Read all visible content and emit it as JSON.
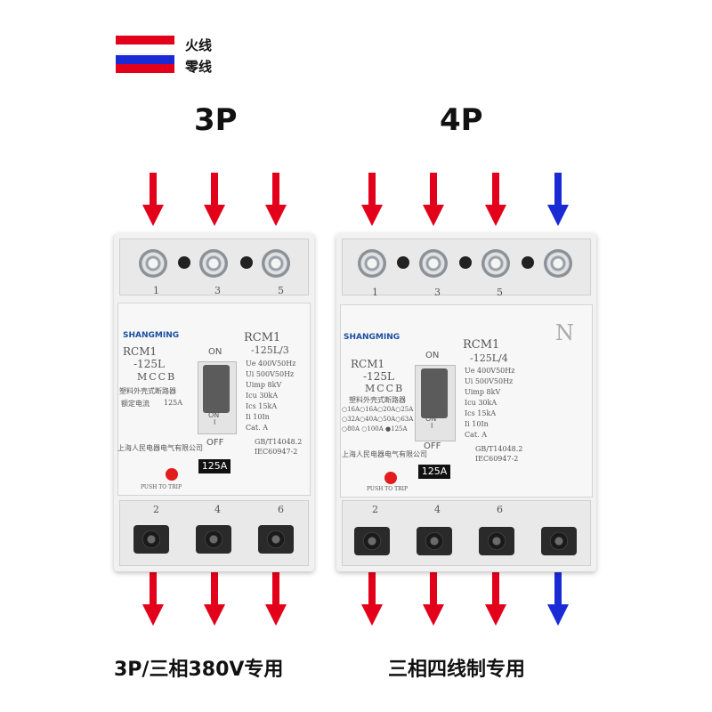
{
  "legend": {
    "live": {
      "label": "火线",
      "colors": [
        "#e3001b",
        "#ffffff"
      ]
    },
    "neutral": {
      "label": "零线",
      "colors": [
        "#1a2bd6",
        "#e3001b"
      ]
    }
  },
  "titles": {
    "left": "3P",
    "right": "4P"
  },
  "arrow_colors": {
    "live": "#e3001b",
    "neutral": "#1a2bd6"
  },
  "breaker_3p": {
    "brand": "SHANGMING",
    "model_left": "RCM1",
    "model_left_sub": "-125L",
    "type": "MCCB",
    "cn_name": "塑料外壳式断路器",
    "rated_label": "额定电流",
    "rated_value": "125A",
    "model_right": "RCM1",
    "model_right_sub": "-125L/3",
    "specs": [
      "Ue  400V50Hz",
      "Ui  500V50Hz",
      "Uimp 8kV",
      "Icu  30kA",
      "Ics  15kA",
      "Ii   10In",
      "Cat.  A"
    ],
    "standards": [
      "GB/T14048.2",
      "IEC60947-2"
    ],
    "maker": "上海人民电器电气有限公司",
    "on": "ON",
    "off": "OFF",
    "handle_on": "ON",
    "handle_i": "I",
    "rating_tag": "125A",
    "push": "PUSH TO TRIP",
    "top_numbers": [
      "1",
      "3",
      "5"
    ],
    "bottom_numbers": [
      "2",
      "4",
      "6"
    ]
  },
  "breaker_4p": {
    "brand": "SHANGMING",
    "model_left": "RCM1",
    "model_left_sub": "-125L",
    "type": "MCCB",
    "cn_name": "塑料外壳式断路器",
    "currents": [
      "○16A○16A○20A○25A",
      "○32A○40A○50A○63A",
      "○80A ○100A ●125A"
    ],
    "model_right": "RCM1",
    "model_right_sub": "-125L/4",
    "specs": [
      "Ue  400V50Hz",
      "Ui  500V50Hz",
      "Uimp 8kV",
      "Icu  30kA",
      "Ics  15kA",
      "Ii   10In",
      "Cat.  A"
    ],
    "standards": [
      "GB/T14048.2",
      "IEC60947-2"
    ],
    "maker": "上海人民电器电气有限公司",
    "on": "ON",
    "off": "OFF",
    "handle_on": "ON",
    "handle_i": "I",
    "rating_tag": "125A",
    "push": "PUSH TO TRIP",
    "n_mark": "N",
    "top_numbers": [
      "1",
      "3",
      "5"
    ],
    "bottom_numbers": [
      "2",
      "4",
      "6"
    ]
  },
  "captions": {
    "left": "3P/三相380V专用",
    "right": "三相四线制专用"
  }
}
